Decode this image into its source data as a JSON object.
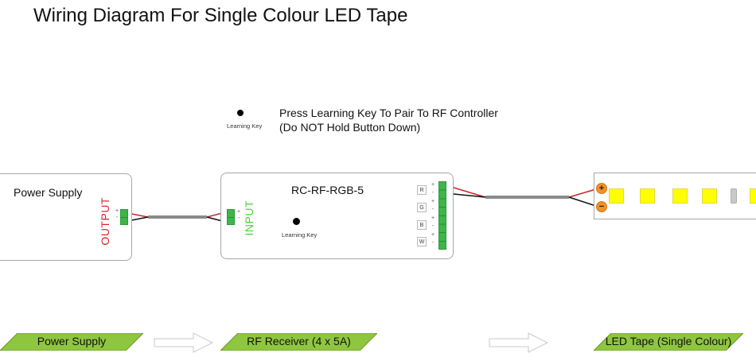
{
  "title": "Wiring Diagram For Single Colour LED Tape",
  "note": {
    "key_label": "Learning Key",
    "line1": "Press Learning Key To Pair To RF Controller",
    "line2": "(Do NOT Hold Button Down)"
  },
  "power_supply": {
    "label": "Power Supply",
    "port_label": "OUTPUT",
    "pins": [
      "+",
      "-"
    ]
  },
  "receiver": {
    "model": "RC-RF-RGB-5",
    "key_label": "Learning Key",
    "input_label": "INPUT",
    "input_pins": [
      "+",
      "-"
    ],
    "channels": [
      {
        "name": "R",
        "pins": [
          "+",
          "-"
        ]
      },
      {
        "name": "G",
        "pins": [
          "+",
          "-"
        ]
      },
      {
        "name": "B",
        "pins": [
          "+",
          "-"
        ]
      },
      {
        "name": "W",
        "pins": [
          "+",
          "-"
        ]
      }
    ]
  },
  "led_tape": {
    "terminals": [
      "+",
      "−"
    ],
    "segments": [
      "led",
      "led",
      "led",
      "led",
      "resistor",
      "led"
    ]
  },
  "stages": [
    {
      "label": "Power Supply"
    },
    {
      "label": "RF Receiver (4 x 5A)"
    },
    {
      "label": "LED Tape (Single Colour)"
    }
  ],
  "colors": {
    "output_label": "#d9262c",
    "input_label": "#4cd13e",
    "connector": "#3db54a",
    "wire_positive": "#c8282d",
    "wire_negative": "#111111",
    "cable": "#8a8a8a",
    "stage_fill": "#8fc63f",
    "led": "#ffff00",
    "terminal": "#f0922a"
  }
}
